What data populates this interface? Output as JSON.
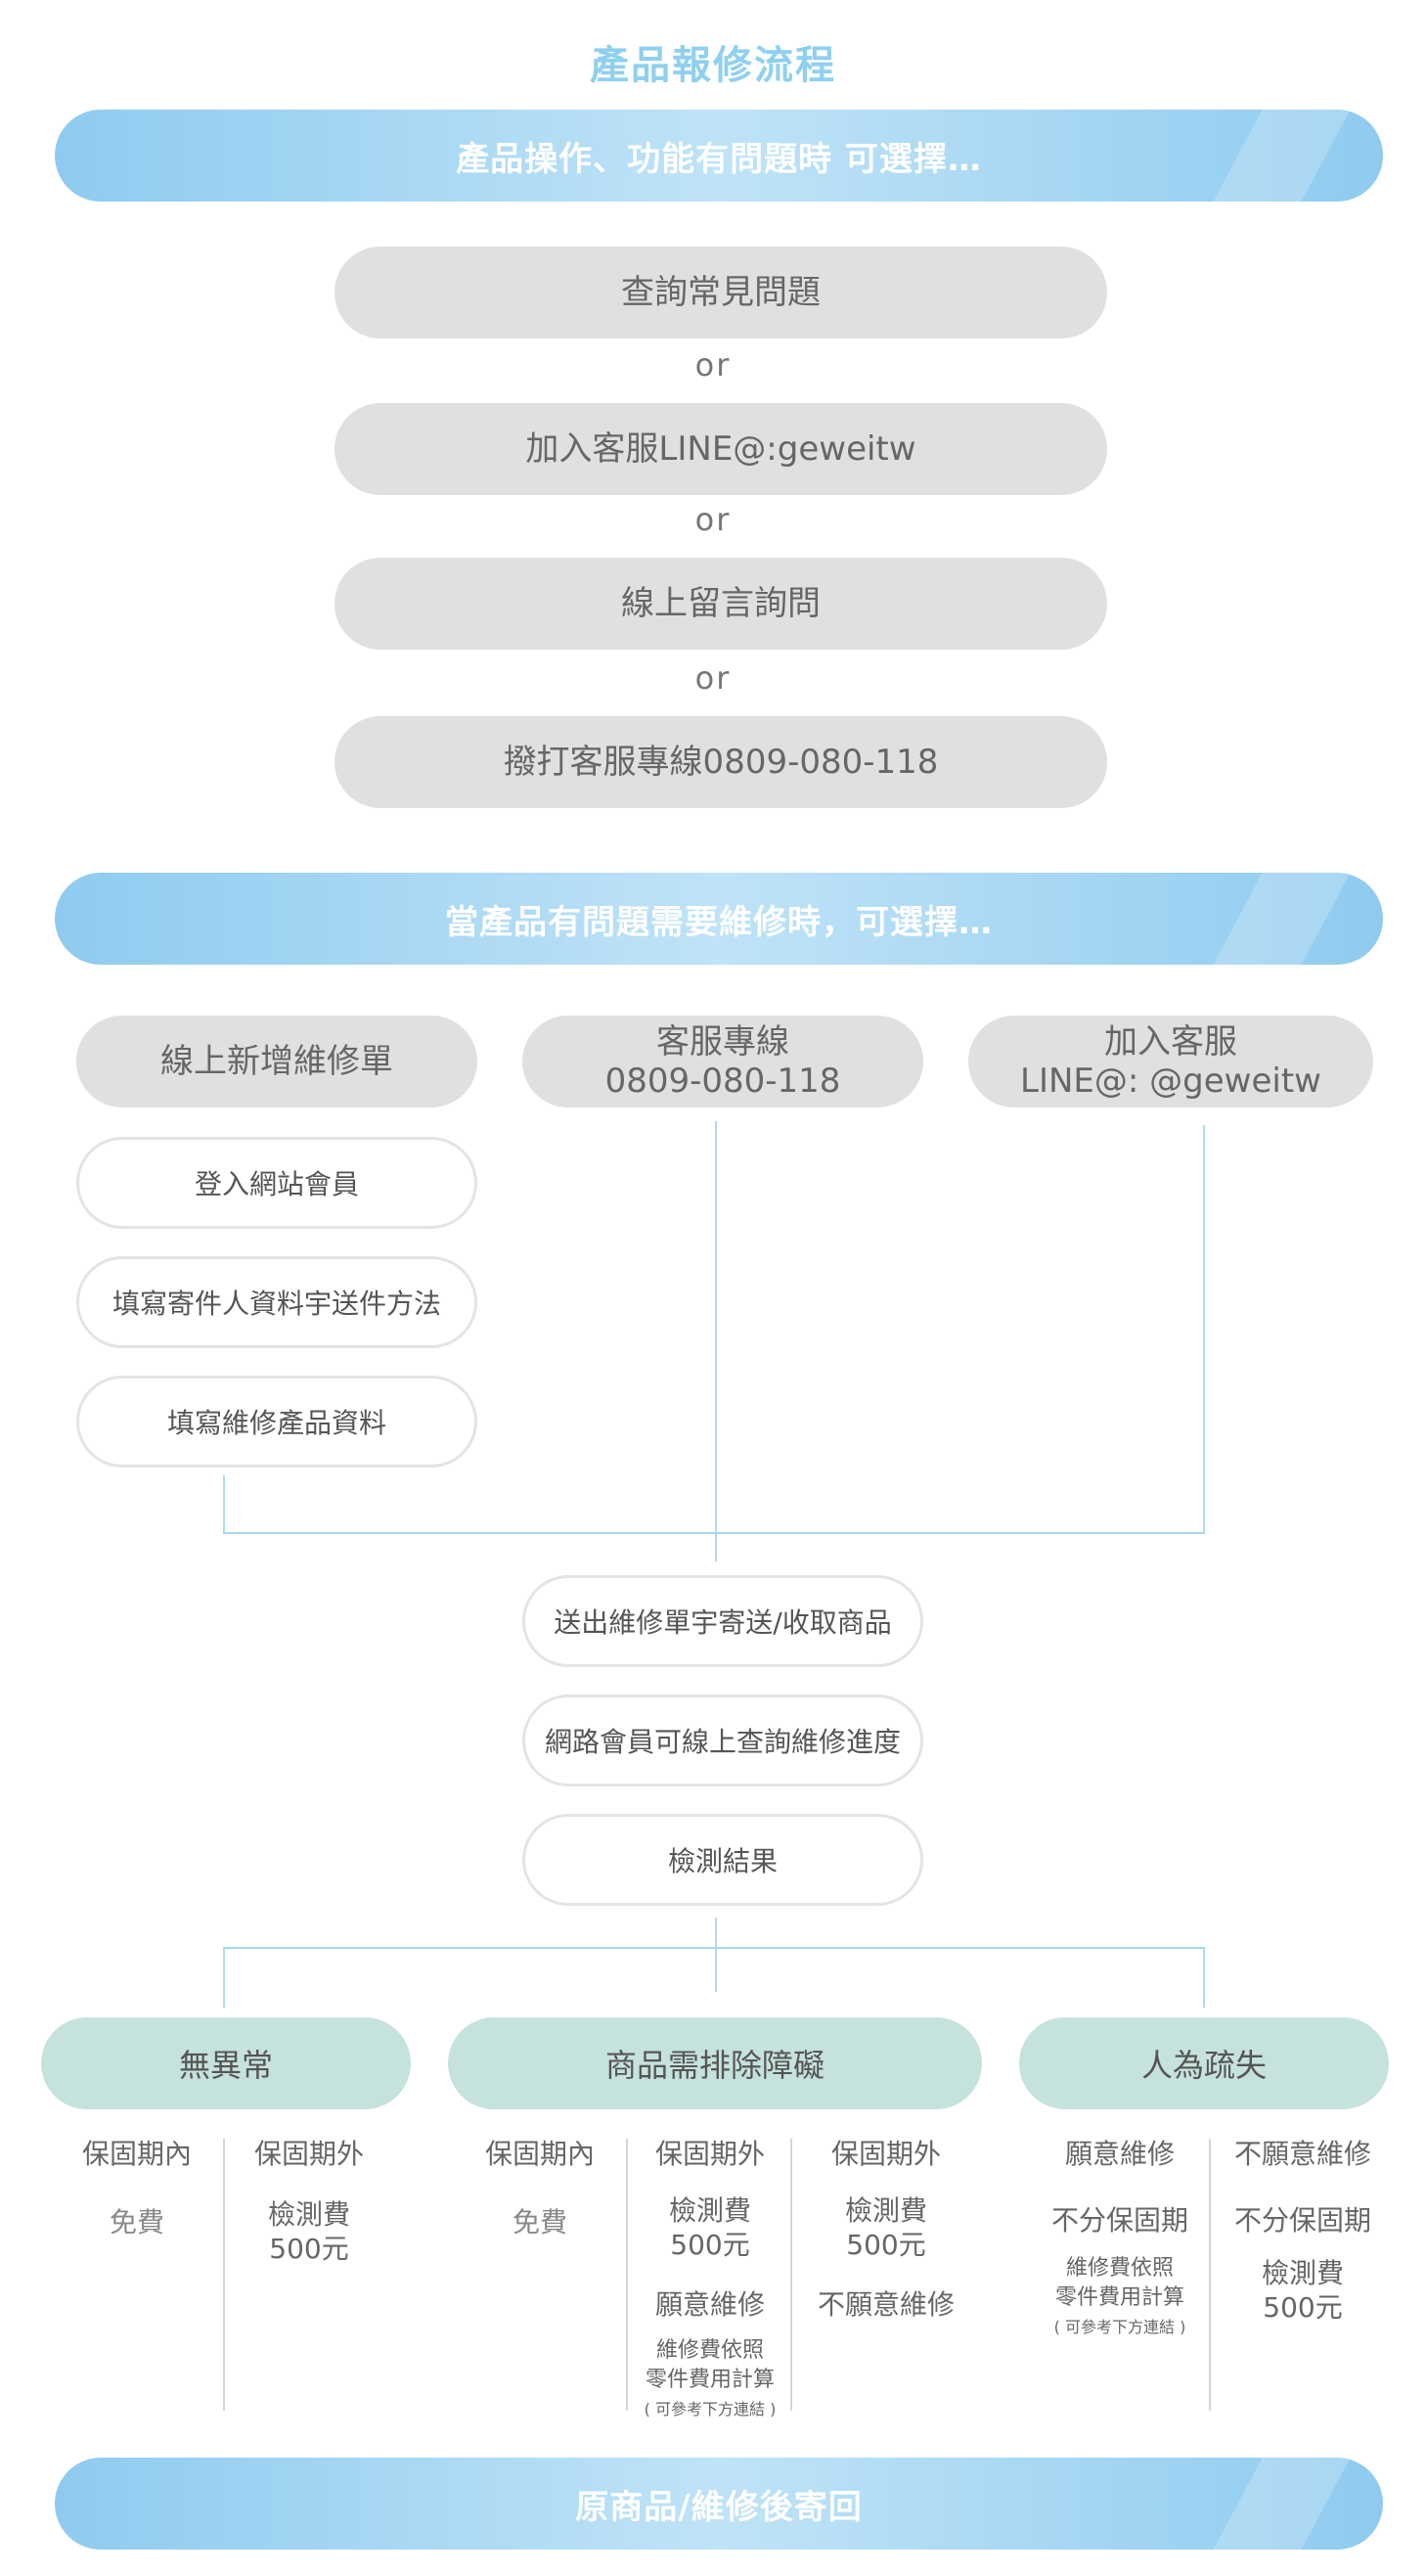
{
  "title": "產品報修流程",
  "banner1": "產品操作、功能有問題時 可選擇…",
  "options": [
    "查詢常見問題",
    "加入客服LINE@:geweitw",
    "線上留言詢問",
    "撥打客服專線0809-080-118"
  ],
  "or_text": "or",
  "banner2": "當產品有問題需要維修時，可選擇…",
  "repair_methods": {
    "online": "線上新增維修單",
    "hotline_line1": "客服專線",
    "hotline_line2": "0809-080-118",
    "line_line1": "加入客服",
    "line_line2": "LINE@: @geweitw"
  },
  "online_steps": [
    "登入網站會員",
    "填寫寄件人資料宇送件方法",
    "填寫維修產品資料"
  ],
  "flow_steps": [
    "送出維修單宇寄送/收取商品",
    "網路會員可線上查詢維修進度",
    "檢測結果"
  ],
  "results": {
    "normal": {
      "label": "無異常",
      "in_warranty": "保固期內",
      "in_warranty_fee": "免費",
      "out_warranty": "保固期外",
      "out_fee_1": "檢測費",
      "out_fee_2": "500元"
    },
    "exclude": {
      "label": "商品需排除障礙",
      "in_warranty": "保固期內",
      "in_warranty_fee": "免費",
      "out_a": "保固期外",
      "out_a_fee_1": "檢測費",
      "out_a_fee_2": "500元",
      "out_a_choice": "願意維修",
      "out_a_note_1": "維修費依照",
      "out_a_note_2": "零件費用計算",
      "out_a_ref": "( 可參考下方連結 )",
      "out_b": "保固期外",
      "out_b_fee_1": "檢測費",
      "out_b_fee_2": "500元",
      "out_b_choice": "不願意維修"
    },
    "human": {
      "label": "人為疏失",
      "willing": "願意維修",
      "willing_sub": "不分保固期",
      "willing_note_1": "維修費依照",
      "willing_note_2": "零件費用計算",
      "willing_ref": "( 可參考下方連結 )",
      "unwilling": "不願意維修",
      "unwilling_sub": "不分保固期",
      "unwilling_fee_1": "檢測費",
      "unwilling_fee_2": "500元"
    }
  },
  "banner3": "原商品/維修後寄回",
  "colors": {
    "title": "#8fd0ef",
    "banner": "#8fcbef",
    "gray_pill": "#e0e0e0",
    "green_pill": "#c6e2dc",
    "connector": "#a8d8ee"
  }
}
